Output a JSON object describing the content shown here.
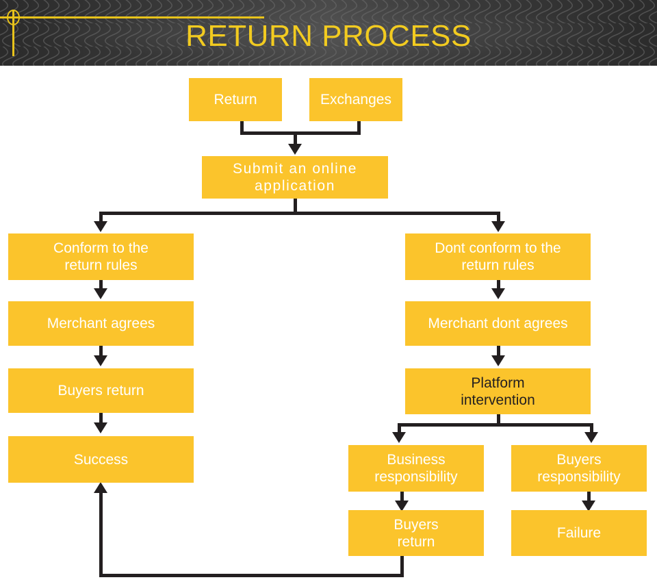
{
  "header": {
    "title": "RETURN PROCESS",
    "background_color": "#3a3a3a",
    "accent_color": "#E8C31B",
    "title_color": "#F2CB20",
    "decorations": [
      "circle-outline",
      "horizontal-rule",
      "vertical-rule"
    ]
  },
  "theme": {
    "node_fill": "#FBC42C",
    "node_text": "#FFFFFF",
    "node_text_dark": "#231F20",
    "connector_color": "#231F20",
    "canvas_background": "#FFFFFF"
  },
  "flow": {
    "nodes": [
      {
        "id": "return",
        "label": "Return",
        "text_style": "light"
      },
      {
        "id": "exchanges",
        "label": "Exchanges",
        "text_style": "light"
      },
      {
        "id": "submit",
        "label": "Submit an online\napplication",
        "text_style": "light"
      },
      {
        "id": "conform",
        "label": "Conform to the\nreturn rules",
        "text_style": "light"
      },
      {
        "id": "dont-conform",
        "label": "Dont conform to the\nreturn rules",
        "text_style": "light"
      },
      {
        "id": "merchant-agrees",
        "label": "Merchant agrees",
        "text_style": "light"
      },
      {
        "id": "merchant-dont-agrees",
        "label": "Merchant dont agrees",
        "text_style": "light"
      },
      {
        "id": "buyers-return-left",
        "label": "Buyers return",
        "text_style": "light"
      },
      {
        "id": "platform-intervention",
        "label": "Platform\nintervention",
        "text_style": "dark"
      },
      {
        "id": "success",
        "label": "Success",
        "text_style": "light"
      },
      {
        "id": "business-responsibility",
        "label": "Business\nresponsibility",
        "text_style": "light"
      },
      {
        "id": "buyers-responsibility",
        "label": "Buyers\nresponsibility",
        "text_style": "light"
      },
      {
        "id": "buyers-return-right",
        "label": "Buyers\nreturn",
        "text_style": "light"
      },
      {
        "id": "failure",
        "label": "Failure",
        "text_style": "light"
      }
    ],
    "edges": [
      {
        "from": "return",
        "to": "submit"
      },
      {
        "from": "exchanges",
        "to": "submit"
      },
      {
        "from": "submit",
        "to": "conform"
      },
      {
        "from": "submit",
        "to": "dont-conform"
      },
      {
        "from": "conform",
        "to": "merchant-agrees"
      },
      {
        "from": "merchant-agrees",
        "to": "buyers-return-left"
      },
      {
        "from": "buyers-return-left",
        "to": "success"
      },
      {
        "from": "dont-conform",
        "to": "merchant-dont-agrees"
      },
      {
        "from": "merchant-dont-agrees",
        "to": "platform-intervention"
      },
      {
        "from": "platform-intervention",
        "to": "business-responsibility"
      },
      {
        "from": "platform-intervention",
        "to": "buyers-responsibility"
      },
      {
        "from": "business-responsibility",
        "to": "buyers-return-right"
      },
      {
        "from": "buyers-responsibility",
        "to": "failure"
      },
      {
        "from": "buyers-return-right",
        "to": "success"
      }
    ]
  }
}
